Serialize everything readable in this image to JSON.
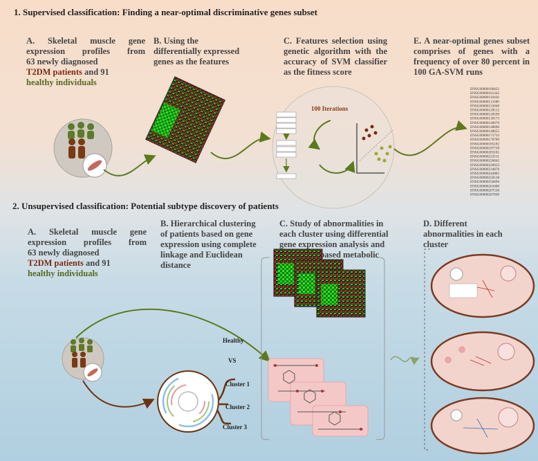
{
  "section1": {
    "title": "1. Supervised classification: Finding a near-optimal discriminative genes subset",
    "a_line1": "A. Skeletal muscle gene",
    "a_line2": "expression profiles from",
    "a_line3_pre": "63 newly diagnosed",
    "a_t2dm": "T2DM patients",
    "a_and91": " and 91",
    "a_healthy": "healthy individuals",
    "b": "B. Using the differentially expressed genes as the features",
    "c": "C. Features selection using genetic algorithm with the accuracy of SVM classifier as the fitness score",
    "e": "E. A near-optimal genes subset comprises of genes with a frequency of over 80 percent in 100 GA-SVM runs",
    "iterations": "100 Iterations",
    "gene_ids": [
      "ENSG00000100422",
      "ENSG00000101342",
      "ENSG00000110436",
      "ENSG00000113389",
      "ENSG00000125848",
      "ENSG00000128512",
      "ENSG00000128590",
      "ENSG00000139173",
      "ENSG00000146670",
      "ENSG00000148690",
      "ENSG00000148655",
      "ENSG00000171723",
      "ENSG00000178789",
      "ENSG00000185182",
      "ENSG00000187730",
      "ENSG00000203181",
      "ENSG00000223511",
      "ENSG00000226042",
      "ENSG00000226033",
      "ENSG00000234876",
      "ENSG00000244885",
      "ENSG00000250138",
      "ENSG00000256696",
      "ENSG00000261680",
      "ENSG00000267536",
      "ENSG00000267049"
    ]
  },
  "section2": {
    "title": "2. Unsupervised classification: Potential subtype discovery of patients",
    "a_line1": "A. Skeletal muscle gene",
    "a_line2": "expression profiles from",
    "a_line3_pre": "63 newly diagnosed",
    "a_t2dm": "T2DM patients",
    "a_and91": " and 91",
    "a_healthy": "healthy individuals",
    "b": "B. Hierarchical clustering of patients based on gene expression using complete linkage and Euclidean distance",
    "c": "C. Study of abnormalities in each cluster using differential gene expression analysis and constraint-based metabolic modeling",
    "d": "D. Different abnormalities in each cluster",
    "healthy": "Healthy",
    "vs": "VS",
    "cluster1": "Cluster 1",
    "cluster2": "Cluster 2",
    "cluster3": "Cluster 3"
  },
  "colors": {
    "arrow_green": "#5b7a1e",
    "arrow_brown": "#6b3410",
    "t2dm_red": "#7e2a10",
    "healthy_green": "#556b1e",
    "heat_red": "#c0201a",
    "heat_green": "#1fd21a"
  }
}
